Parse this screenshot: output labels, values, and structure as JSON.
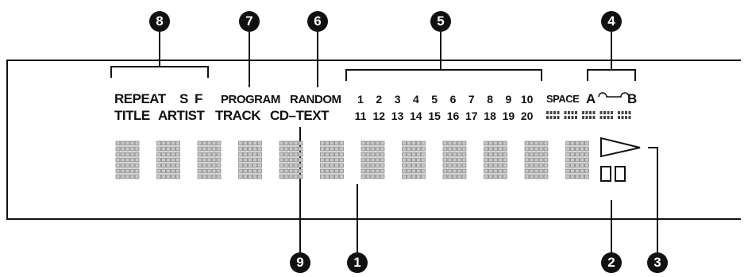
{
  "labels": {
    "repeat": "REPEAT",
    "s": "S",
    "f": "F",
    "program": "PROGRAM",
    "random": "RANDOM",
    "title": "TITLE",
    "artist": "ARTIST",
    "track": "TRACK",
    "cd_text": "CD–TEXT",
    "space": "SPACE",
    "a": "A",
    "b": "B"
  },
  "track_numbers_row1": [
    "1",
    "2",
    "3",
    "4",
    "5",
    "6",
    "7",
    "8",
    "9",
    "10"
  ],
  "track_numbers_row2": [
    "11",
    "12",
    "13",
    "14",
    "15",
    "16",
    "17",
    "18",
    "19",
    "20"
  ],
  "callouts": [
    "1",
    "2",
    "3",
    "4",
    "5",
    "6",
    "7",
    "8",
    "9"
  ]
}
